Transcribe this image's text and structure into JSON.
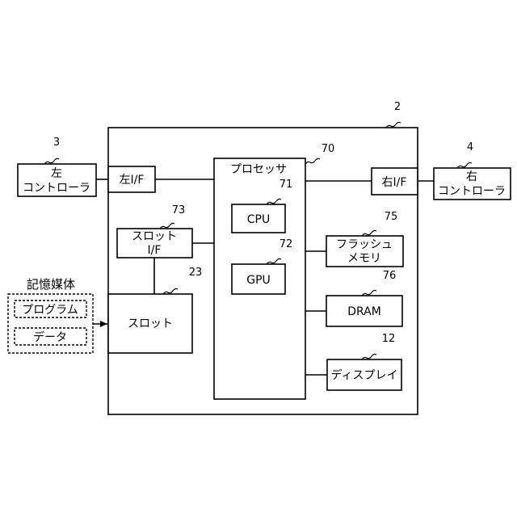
{
  "blocks": {
    "left_controller": [
      "左",
      "コントローラ"
    ],
    "right_controller": [
      "右",
      "コントローラ"
    ],
    "left_if": "左I/F",
    "right_if": "右I/F",
    "processor": "プロセッサ",
    "cpu": "CPU",
    "gpu": "GPU",
    "slot_if": [
      "スロット",
      "I/F"
    ],
    "slot": "スロット",
    "flash_memory": [
      "フラッシュ",
      "メモリ"
    ],
    "dram": "DRAM",
    "display": "ディスプレイ",
    "storage_medium": "記憶媒体",
    "program": "プログラム",
    "data": "データ"
  },
  "refs": {
    "main_unit": "2",
    "left_controller": "3",
    "right_controller": "4",
    "processor": "70",
    "cpu": "71",
    "gpu": "72",
    "slot_if": "73",
    "slot": "23",
    "flash_memory": "75",
    "dram": "76",
    "display": "12"
  }
}
